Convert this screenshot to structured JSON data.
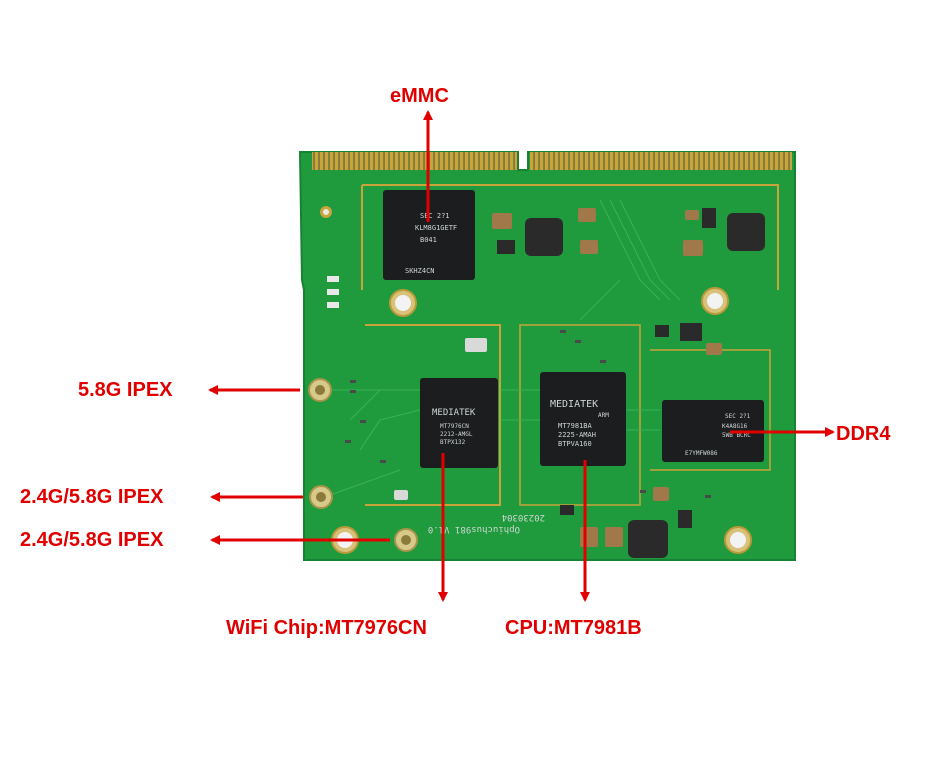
{
  "annotations": {
    "emmc": "eMMC",
    "ipex_5g8": "5.8G IPEX",
    "ipex_dual_1": "2.4G/5.8G IPEX",
    "ipex_dual_2": "2.4G/5.8G IPEX",
    "ddr4": "DDR4",
    "wifi_chip": "WiFi Chip:MT7976CN",
    "cpu": "CPU:MT7981B"
  },
  "chips": {
    "emmc": {
      "line1": "SEC 2?1",
      "line2": "KLM8G1GETF",
      "line3": "B041",
      "line4": "SKHZ4CN"
    },
    "wifi": {
      "brand": "MEDIATEK",
      "line1": "MT7976CN",
      "line2": "2212-AMGL",
      "line3": "BTPX132"
    },
    "cpu": {
      "brand": "MEDIATEK",
      "sub": "ARM",
      "line1": "MT7981BA",
      "line2": "2225-AMAH",
      "line3": "BTPVA160"
    },
    "ddr": {
      "line1": "SEC 2?1",
      "line2": "K4A8G16",
      "line3": "5WB BCRC",
      "line4": "E7YMFW086"
    }
  },
  "silkscreen": {
    "date": "20230304",
    "board": "Ophiuchus981 V1.0"
  },
  "colors": {
    "annotation": "#e00000",
    "pcb": "#1f9a3c",
    "chip": "#1c1d1f",
    "gold": "#c8a43a"
  }
}
